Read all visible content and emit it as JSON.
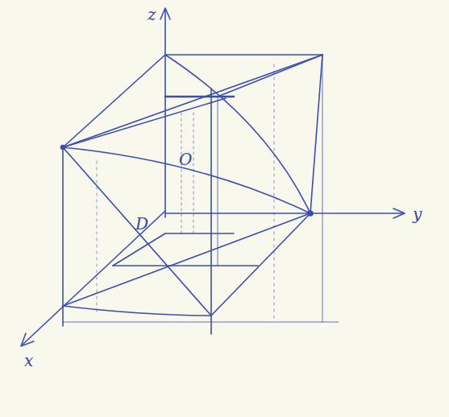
{
  "diagram": {
    "labels": [
      "z",
      "y",
      "x",
      "O",
      "D"
    ]
  }
}
